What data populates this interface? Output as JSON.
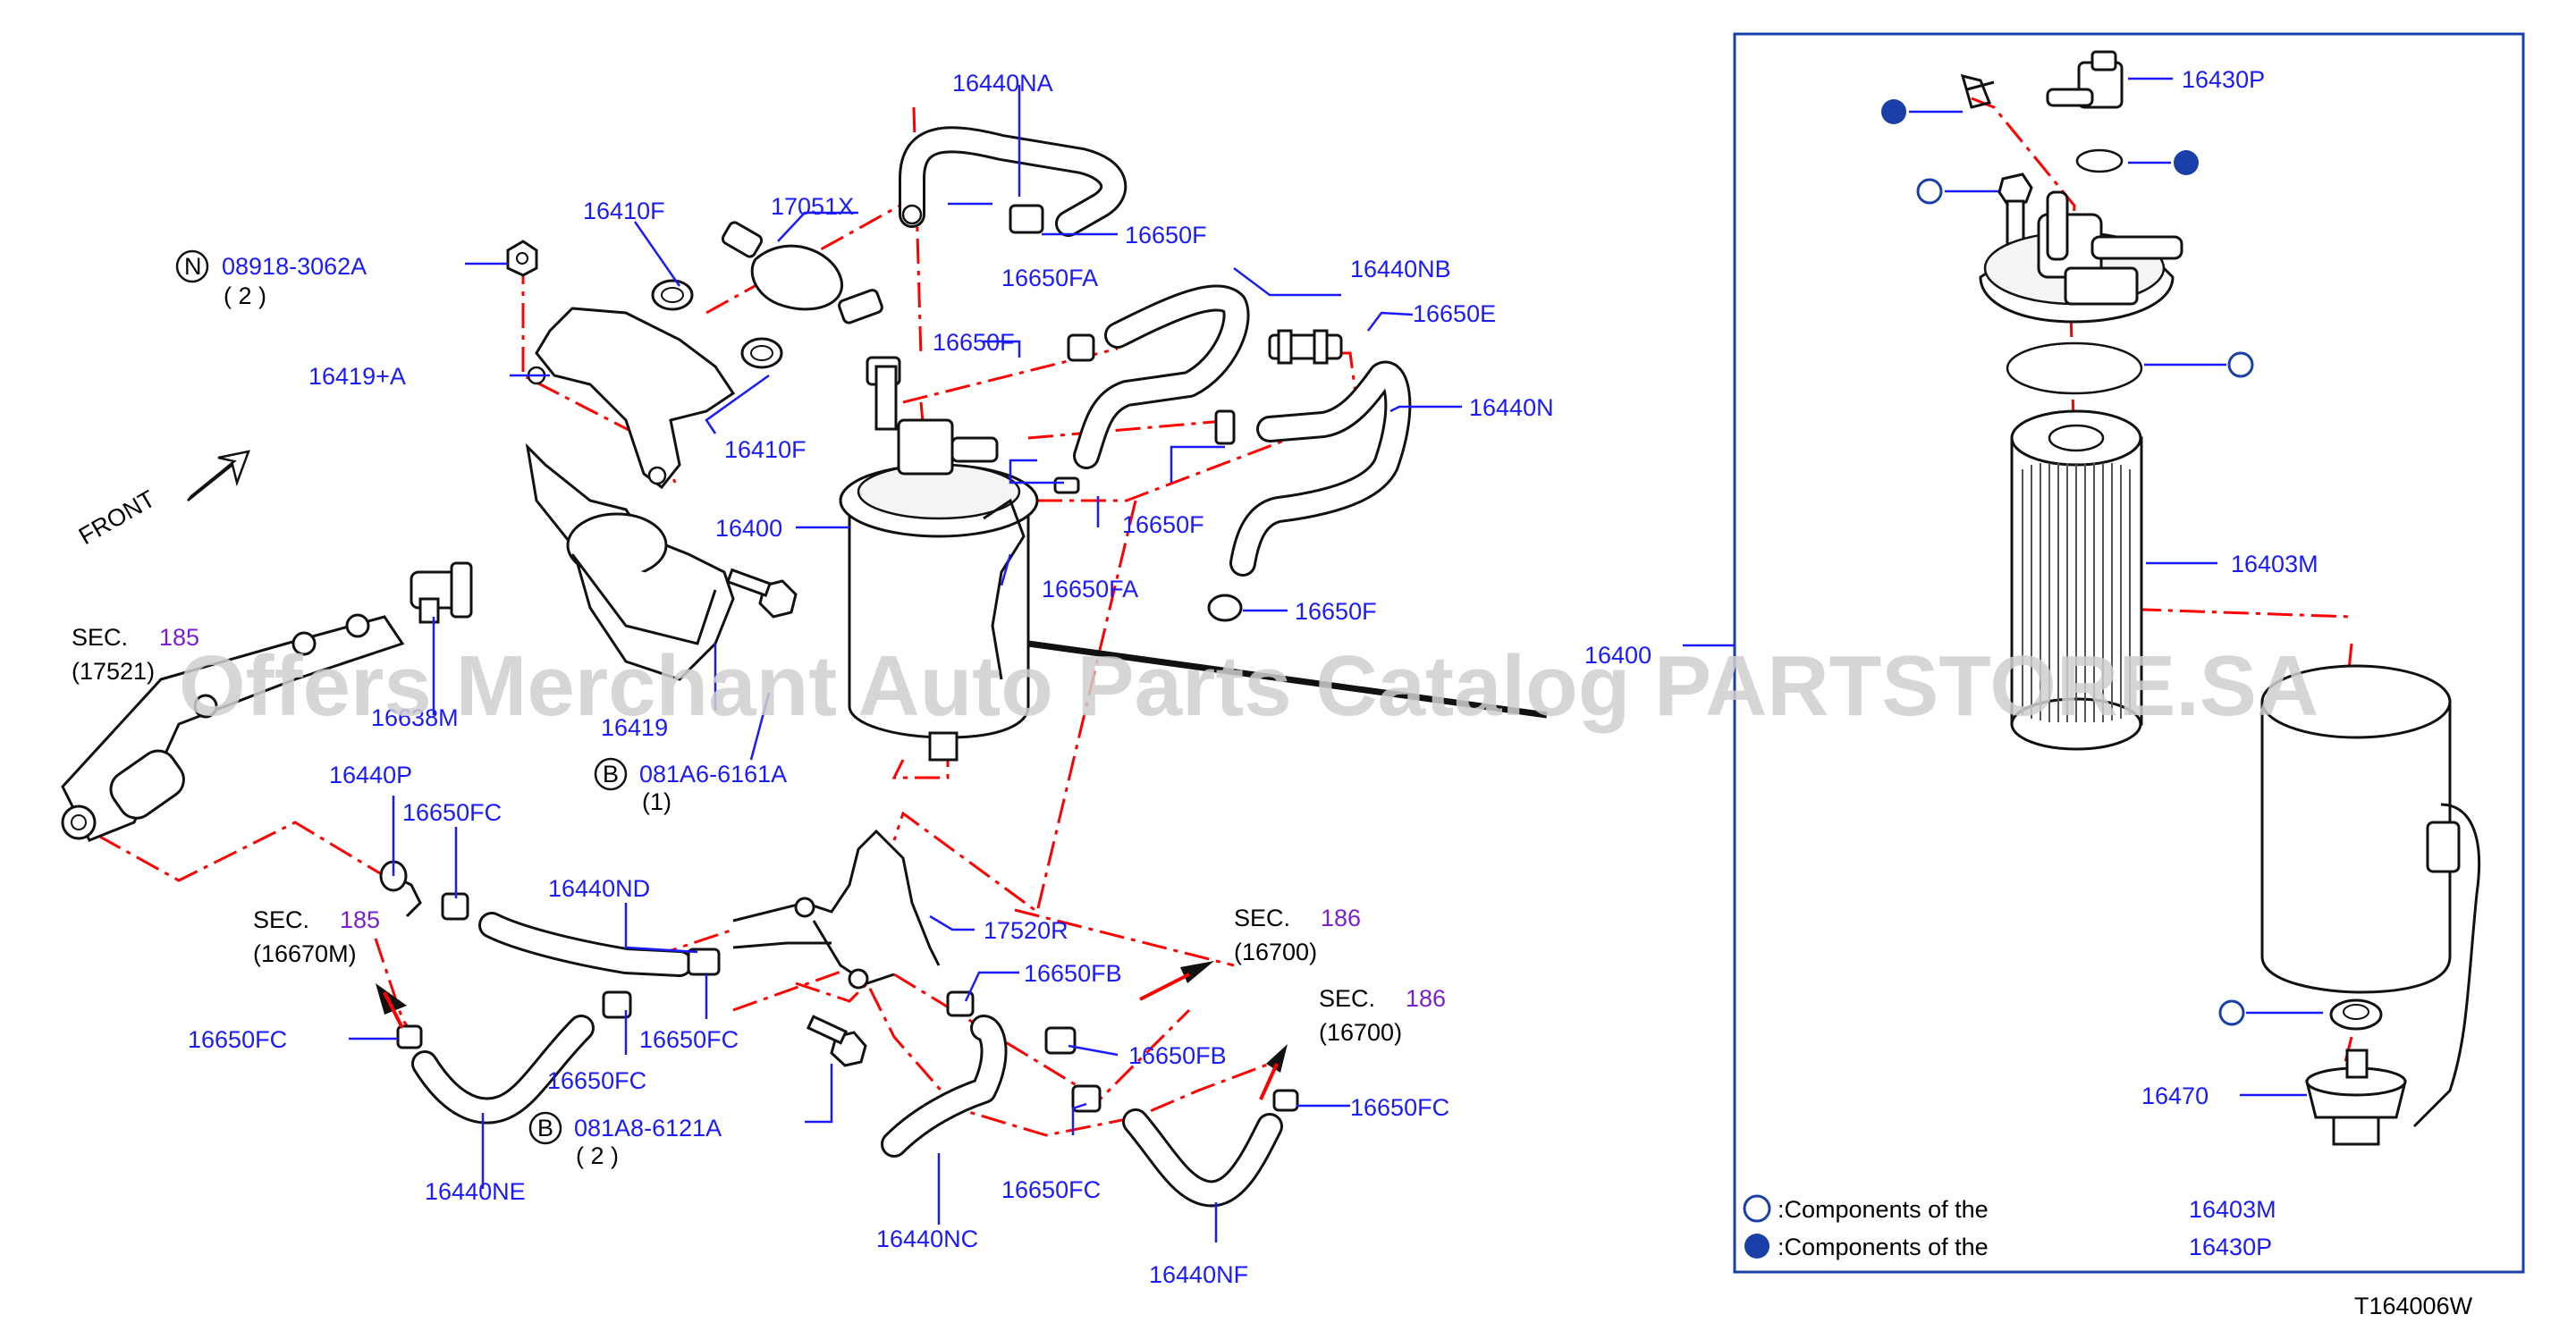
{
  "labels": {
    "p16440NA": "16440NA",
    "p17051X": "17051X",
    "p16410F_a": "16410F",
    "p16410F_b": "16410F",
    "p16650F_a": "16650F",
    "p16650F_b": "16650F",
    "p16650F_c": "16650F",
    "p16650F_d": "16650F",
    "p16650FA_a": "16650FA",
    "p16650FA_b": "16650FA",
    "p16440NB": "16440NB",
    "p16650E": "16650E",
    "p16440N": "16440N",
    "p16419A": "16419+A",
    "p16400": "16400",
    "p16419": "16419",
    "p08918": "08918-3062A",
    "p08918_qty": "( 2 )",
    "p081A6": "081A6-6161A",
    "p081A6_qty": "(1)",
    "p16638M": "16638M",
    "p16440P": "16440P",
    "p16650FC_a": "16650FC",
    "p16650FC_b": "16650FC",
    "p16650FC_c": "16650FC",
    "p16650FC_d": "16650FC",
    "p16650FC_e": "16650FC",
    "p16650FC_f": "16650FC",
    "p16440ND": "16440ND",
    "p17520R": "17520R",
    "p16650FB_a": "16650FB",
    "p16650FB_b": "16650FB",
    "p16440NE": "16440NE",
    "p081A8": "081A8-6121A",
    "p081A8_qty": "( 2 )",
    "p16440NC": "16440NC",
    "p16440NF": "16440NF",
    "p16430P": "16430P",
    "p16403M": "16403M",
    "p16400_box": "16400",
    "p16470": "16470"
  },
  "sections": {
    "sec185_a": {
      "prefix": "SEC.",
      "num": "185",
      "ref": "(17521)"
    },
    "sec185_b": {
      "prefix": "SEC.",
      "num": "185",
      "ref": "(16670M)"
    },
    "sec186_a": {
      "prefix": "SEC.",
      "num": "186",
      "ref": "(16700)"
    },
    "sec186_b": {
      "prefix": "SEC.",
      "num": "186",
      "ref": "(16700)"
    }
  },
  "markers": {
    "N": "N",
    "B1": "B",
    "B2": "B"
  },
  "front_label": "FRONT",
  "legend": {
    "open_text": ":Components  of  the",
    "open_part": "16403M",
    "filled_text": ":Components  of  the",
    "filled_part": "16430P"
  },
  "diagram_id": "T164006W",
  "watermark": "Offers Merchant Auto Parts Catalog PARTSTORE.SA",
  "colors": {
    "label": "#1a1aff",
    "section_number": "#7a1fd6",
    "dash_line": "#ff0000",
    "legend_filled": "#1a3fa8"
  }
}
